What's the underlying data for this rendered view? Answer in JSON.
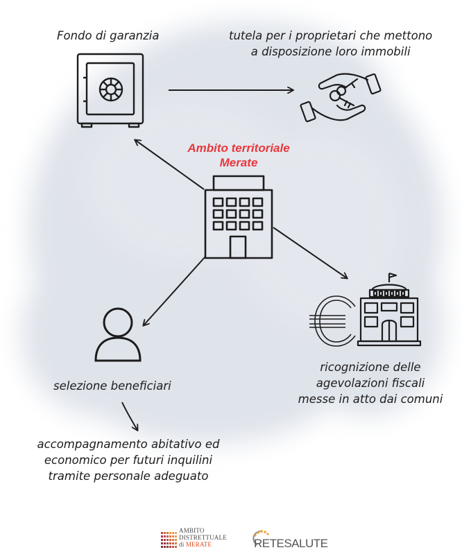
{
  "center": {
    "title_line1": "Ambito territoriale",
    "title_line2": "Merate"
  },
  "top_left": {
    "label": "Fondo di garanzia"
  },
  "top_right": {
    "line1": "tutela per i proprietari che mettono",
    "line2": "a disposizione loro immobili"
  },
  "bottom_left": {
    "label": "selezione beneficiari"
  },
  "bottom_right": {
    "line1": "ricognizione delle",
    "line2": "agevolazioni fiscali",
    "line3": "messe in atto dai comuni"
  },
  "bottom": {
    "line1": "accompagnamento abitativo ed",
    "line2": "economico per futuri inquilini",
    "line3": "tramite personale adeguato"
  },
  "logos": {
    "ambito_line1": "AMBITO",
    "ambito_line2": "DISTRETTUALE",
    "ambito_line3_di": "di",
    "ambito_line3_merate": "MERATE",
    "retesalute": "RETESALUTE"
  },
  "colors": {
    "accent": "#e8383d",
    "ink": "#1c1c1c",
    "cloud": "#dfe3ea"
  },
  "icons": [
    "safe-icon",
    "hands-key-icon",
    "office-building-icon",
    "person-icon",
    "euro-icon",
    "town-hall-icon"
  ]
}
